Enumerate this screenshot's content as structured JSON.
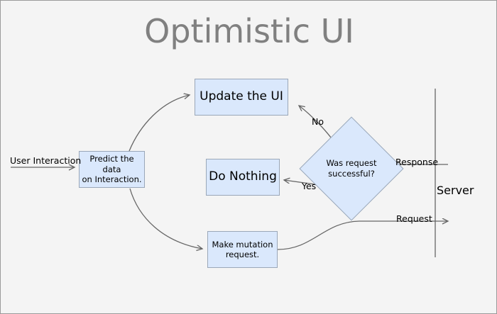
{
  "page": {
    "title": "Optimistic UI",
    "background_color": "#f4f4f4",
    "frame_border_color": "#9a9a9a",
    "title_color": "#808080",
    "node_fill": "#dae8fc",
    "node_stroke": "#9aa7b8",
    "edge_color": "#666666"
  },
  "nodes": {
    "predict": {
      "line1": "Predict the data",
      "line2": "on Interaction."
    },
    "update_ui": {
      "label": "Update the UI"
    },
    "do_nothing": {
      "label": "Do Nothing"
    },
    "make_mutation": {
      "line1": "Make mutation",
      "line2": "request."
    },
    "decision": {
      "line1": "Was request",
      "line2": "successful?"
    }
  },
  "edge_labels": {
    "user_interaction": "User Interaction",
    "no": "No",
    "yes": "Yes",
    "response": "Response",
    "request": "Request"
  },
  "server": {
    "label": "Server"
  }
}
